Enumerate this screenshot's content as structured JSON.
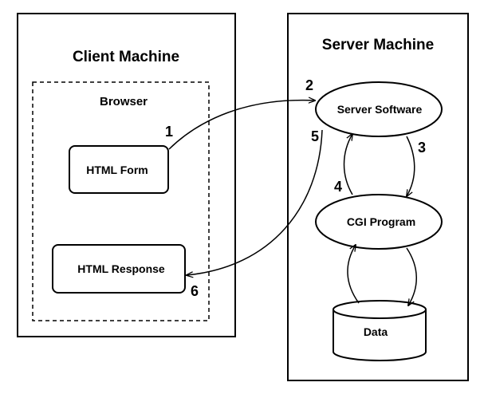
{
  "client": {
    "title": "Client Machine",
    "browser_label": "Browser",
    "form_label": "HTML Form",
    "response_label": "HTML Response"
  },
  "server": {
    "title": "Server Machine",
    "software_label": "Server Software",
    "cgi_label": "CGI Program",
    "data_label": "Data"
  },
  "steps": [
    "1",
    "2",
    "3",
    "4",
    "5",
    "6"
  ]
}
